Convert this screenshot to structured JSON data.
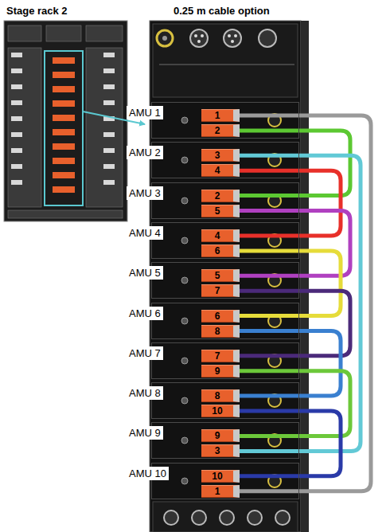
{
  "diagram": {
    "title": "0.25 m cable option",
    "nodes": [
      {
        "text": [
          "AMU 1"
        ]
      },
      {
        "text": [
          "1"
        ],
        "in": 0
      },
      {
        "text": [
          "2"
        ],
        "in": 0
      },
      {
        "text": [
          "AMU 2"
        ]
      },
      {
        "text": [
          "3"
        ],
        "in": 3
      },
      {
        "text": [
          "4"
        ],
        "in": 3
      },
      {
        "text": [
          "AMU 3"
        ]
      },
      {
        "text": [
          "2"
        ],
        "in": 6
      },
      {
        "text": [
          "5"
        ],
        "in": 6
      },
      {
        "text": [
          "AMU 4"
        ]
      },
      {
        "text": [
          "4"
        ],
        "in": 9
      },
      {
        "text": [
          "6"
        ],
        "in": 9
      },
      {
        "text": [
          "AMU 5"
        ]
      },
      {
        "text": [
          "5"
        ],
        "in": 12
      },
      {
        "text": [
          "7"
        ],
        "in": 12
      },
      {
        "text": [
          "AMU 6"
        ]
      },
      {
        "text": [
          "6"
        ],
        "in": 15
      },
      {
        "text": [
          "8"
        ],
        "in": 15
      },
      {
        "text": [
          "AMU 7"
        ]
      },
      {
        "text": [
          "7"
        ],
        "in": 18
      },
      {
        "text": [
          "9"
        ],
        "in": 18
      },
      {
        "text": [
          "AMU 8"
        ]
      },
      {
        "text": [
          "8"
        ],
        "in": 21
      },
      {
        "text": [
          "10"
        ],
        "in": 21
      },
      {
        "text": [
          "AMU 9"
        ]
      },
      {
        "text": [
          "9"
        ],
        "in": 24
      },
      {
        "text": [
          "3"
        ],
        "in": 24
      },
      {
        "text": [
          "AMU 10"
        ]
      },
      {
        "text": [
          "10"
        ],
        "in": 27
      },
      {
        "text": [
          "1"
        ],
        "in": 27
      }
    ],
    "edges": [
      {
        "from": 1,
        "to": 29,
        "arrow": "none"
      },
      {
        "from": 2,
        "to": 7,
        "arrow": "none"
      },
      {
        "from": 4,
        "to": 26,
        "arrow": "none"
      },
      {
        "from": 5,
        "to": 10,
        "arrow": "none"
      },
      {
        "from": 8,
        "to": 13,
        "arrow": "none"
      },
      {
        "from": 11,
        "to": 16,
        "arrow": "none"
      },
      {
        "from": 14,
        "to": 19,
        "arrow": "none"
      },
      {
        "from": 17,
        "to": 22,
        "arrow": "none"
      },
      {
        "from": 20,
        "to": 25,
        "arrow": "none"
      },
      {
        "from": 23,
        "to": 28,
        "arrow": "none"
      }
    ],
    "labels": [
      "Stage rack 2"
    ]
  }
}
